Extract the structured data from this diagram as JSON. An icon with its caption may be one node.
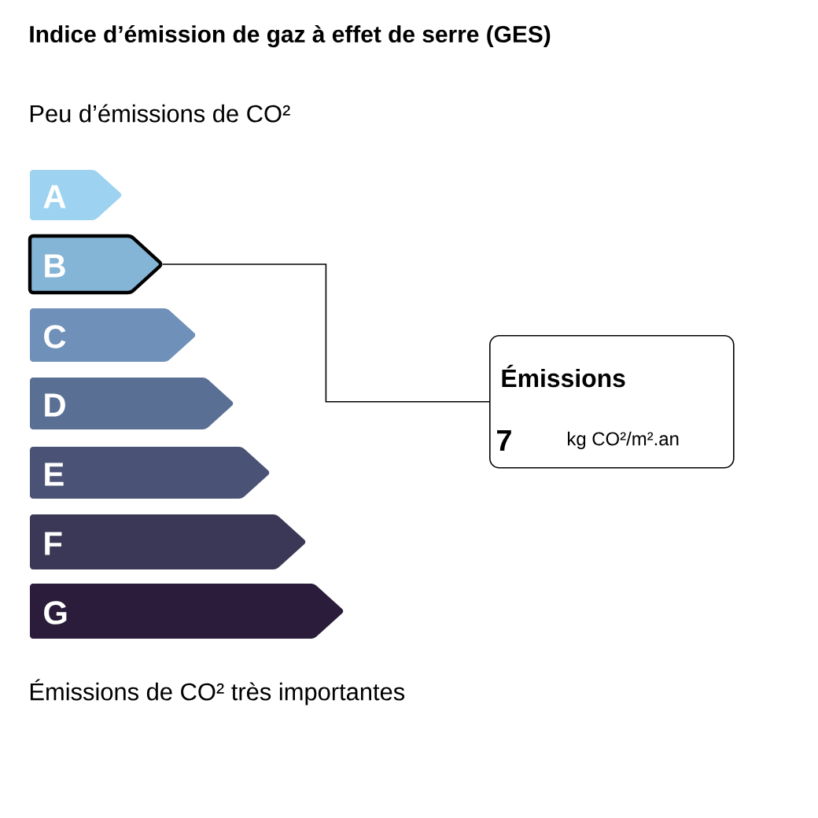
{
  "diagram": {
    "title": "Indice d’émission de gaz à effet de serre (GES)",
    "nodes": [
      {
        "text": [
          "A"
        ]
      },
      {
        "text": [
          "B"
        ]
      },
      {
        "text": [
          "C"
        ]
      },
      {
        "text": [
          "D"
        ]
      },
      {
        "text": [
          "E"
        ]
      },
      {
        "text": [
          "F"
        ]
      },
      {
        "text": [
          "G"
        ]
      },
      {
        "text": [
          "Émissions",
          "7",
          "kg CO²/m².an"
        ]
      }
    ],
    "edges": [
      {
        "from": 1,
        "to": 7,
        "arrow": "none"
      }
    ],
    "labels": [
      "Peu d’émissions de CO²",
      "Émissions de CO² très importantes"
    ]
  }
}
